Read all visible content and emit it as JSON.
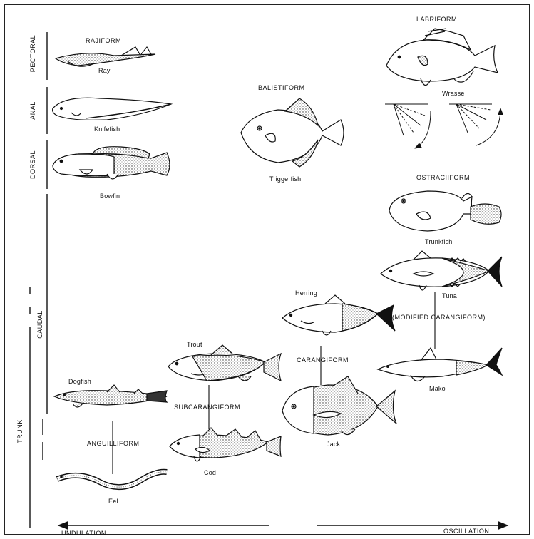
{
  "groups": {
    "pectoral": "PECTORAL",
    "anal": "ANAL",
    "dorsal": "DORSAL",
    "caudal": "CAUDAL",
    "trunk": "TRUNK"
  },
  "modes": {
    "rajiform": "RAJIFORM",
    "balistiform": "BALISTIFORM",
    "labriform": "LABRIFORM",
    "ostraciiform": "OSTRACIIFORM",
    "modified_carangiform": "(MODIFIED  CARANGIFORM)",
    "carangiform": "CARANGIFORM",
    "subcarangiform": "SUBCARANGIFORM",
    "anguilliform": "ANGUILLIFORM"
  },
  "fish": {
    "ray": "Ray",
    "knifefish": "Knifefish",
    "bowfin": "Bowfin",
    "triggerfish": "Triggerfish",
    "wrasse": "Wrasse",
    "trunkfish": "Trunkfish",
    "tuna": "Tuna",
    "herring": "Herring",
    "mako": "Mako",
    "trout": "Trout",
    "jack": "Jack",
    "dogfish": "Dogfish",
    "cod": "Cod",
    "eel": "Eel"
  },
  "axis": {
    "undulation": "UNDULATION",
    "oscillation": "OSCILLATION"
  }
}
